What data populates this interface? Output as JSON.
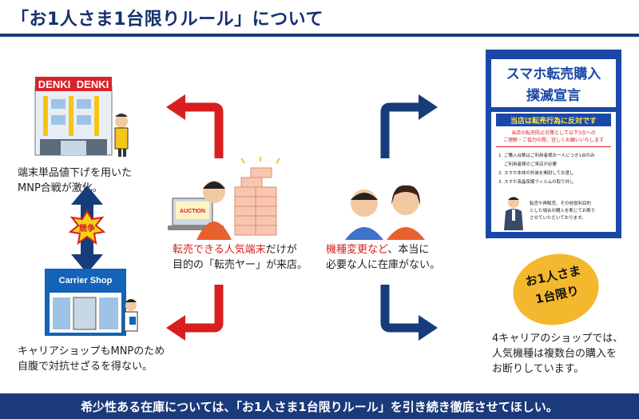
{
  "title": "「お1人さま1台限りルール」について",
  "captions": {
    "store": [
      "端末単品値下げを用いた",
      "MNP合戦が激化。"
    ],
    "reseller": {
      "line1_red": "転売できる人気端末",
      "line1_rest": "だけが",
      "line2": "目的の「転売ヤー」が来店。"
    },
    "customers": {
      "line1_red": "機種変更など",
      "line1_rest": "、本当に",
      "line2": "必要な人に在庫がない。"
    },
    "carrier": [
      "キャリアショップもMNPのため",
      "自腹で対抗せざるを得ない。"
    ],
    "carriers_policy": [
      "4キャリアのショップでは、",
      "人気機種は複数台の購入を",
      "お断りしています。"
    ]
  },
  "store_sign": [
    "DENKI",
    "DENKI"
  ],
  "conflict_label": "競争",
  "carrier_shop_sign": "Carrier Shop",
  "auction_label": "AUCTION",
  "poster": {
    "headline1": "スマホ転売購入",
    "headline2": "撲滅宣言",
    "subhead": "当店は転売行為に反対です",
    "note": [
      "当店の転売防止対策として以下3点への",
      "ご理解・ご協力の程、宜しくお願いいたします"
    ],
    "rules": [
      "1. ご購入台数はご利用者様お一人につき1台のみ",
      "ご利用者様のご来店が必要",
      "2. スマホ本体の外装を開封してお渡し",
      "3. スマホ液晶保護フィルムの取り外し"
    ],
    "footer": [
      "転売や再販売、その他営利目的",
      "とした場合の購入を断じてお断り",
      "させていただいております。"
    ]
  },
  "badge": [
    "お1人さま",
    "1台限り"
  ],
  "footer_text": "希少性ある在庫については、「お1人さま1台限りルール」を引き続き徹底させてほしい。",
  "colors": {
    "navy": "#1b3a7a",
    "red": "#d81e1e",
    "blue": "#1a48a8",
    "badge": "#f4b82e"
  }
}
